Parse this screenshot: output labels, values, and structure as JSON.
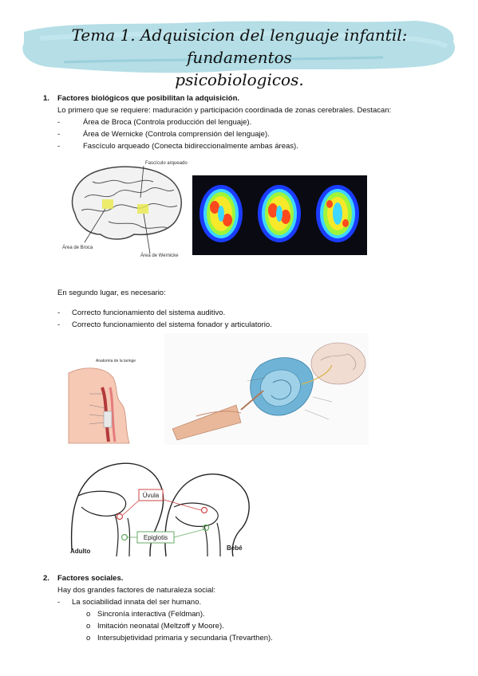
{
  "title_line1": "Tema 1. Adquisicion del lenguaje infantil: fundamentos",
  "title_line2": "psicobiologicos.",
  "section1": {
    "number": "1.",
    "heading": "Factores biológicos que posibilitan la adquisición.",
    "intro": "Lo primero que se requiere: maduración y participación coordinada de zonas cerebrales. Destacan:",
    "items": [
      "Área de Broca (Controla producción del lenguaje).",
      "Área de Wernicke (Controla comprensión del lenguaje).",
      "Fascículo arqueado (Conecta bidireccionalmente ambas áreas)."
    ],
    "brain_labels": {
      "fasciculo": "Fascículo arqueado",
      "broca": "Área de Broca",
      "wernicke": "Área de Wernicke"
    },
    "second": "En segundo lugar, es necesario:",
    "second_items": [
      "Correcto funcionamiento del sistema auditivo.",
      "Correcto funcionamiento del sistema fonador y articulatorio."
    ],
    "larynx_title": "Anatomía de la laringe",
    "airway_labels": {
      "uvula": "Úvula",
      "epiglotis": "Epiglotis",
      "adulto": "Adulto",
      "bebe": "Bebé"
    }
  },
  "section2": {
    "number": "2.",
    "heading": "Factores sociales.",
    "intro": "Hay dos grandes factores de naturaleza social:",
    "item": "La sociabilidad innata del ser humano.",
    "subitems": [
      "Sincronía interactiva (Feldman).",
      "Imitación neonatal (Meltzoff y Moore).",
      "Intersubjetividad primaria y secundaria (Trevarthen)."
    ]
  },
  "colors": {
    "banner": "#9fd3de",
    "title_text": "#111111"
  }
}
